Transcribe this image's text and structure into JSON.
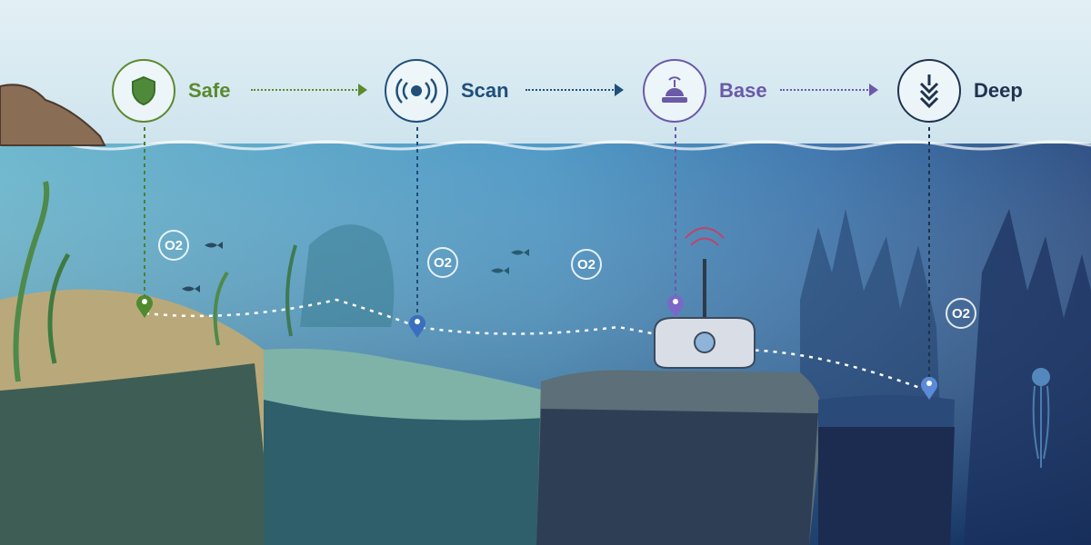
{
  "stages": [
    {
      "id": "safe",
      "label": "Safe",
      "icon": "shield-icon",
      "color": "#5b8a2f"
    },
    {
      "id": "scan",
      "label": "Scan",
      "icon": "sonar-icon",
      "color": "#1f4f7a"
    },
    {
      "id": "base",
      "label": "Base",
      "icon": "base-station-icon",
      "color": "#6a5aa8"
    },
    {
      "id": "deep",
      "label": "Deep",
      "icon": "double-chevron-down-icon",
      "color": "#1f3350"
    }
  ],
  "oxygen": {
    "label": "O2"
  }
}
